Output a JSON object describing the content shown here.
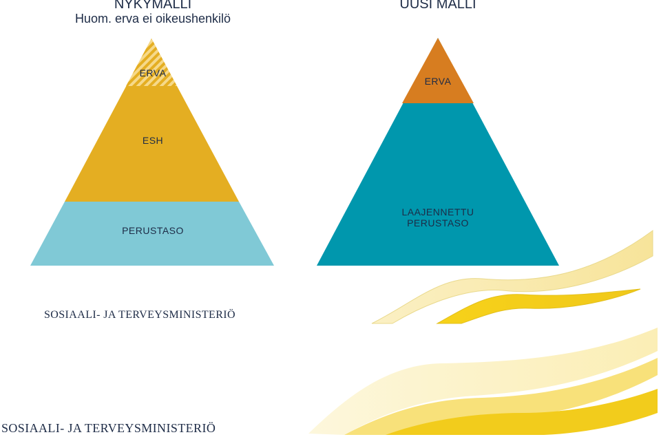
{
  "left_model": {
    "title": "NYKYMALLI",
    "note": "Huom. erva ei oikeushenkilö",
    "tiers": {
      "top": "ERVA",
      "middle": "ESH",
      "bottom": "PERUSTASO"
    }
  },
  "right_model": {
    "title": "UUSI MALLI",
    "tiers": {
      "top": "ERVA",
      "bottom_line1": "LAAJENNETTU",
      "bottom_line2": "PERUSTASO"
    }
  },
  "footer": {
    "ministry_upper": "SOSIAALI- JA TERVEYSMINISTERIÖ",
    "ministry_lower": "SOSIAALI- JA TERVEYSMINISTERIÖ"
  },
  "colors": {
    "gold": "#e4ae22",
    "light_blue": "#80c9d6",
    "teal": "#0097ad",
    "orange": "#d77d20",
    "text": "#1d2b46"
  }
}
